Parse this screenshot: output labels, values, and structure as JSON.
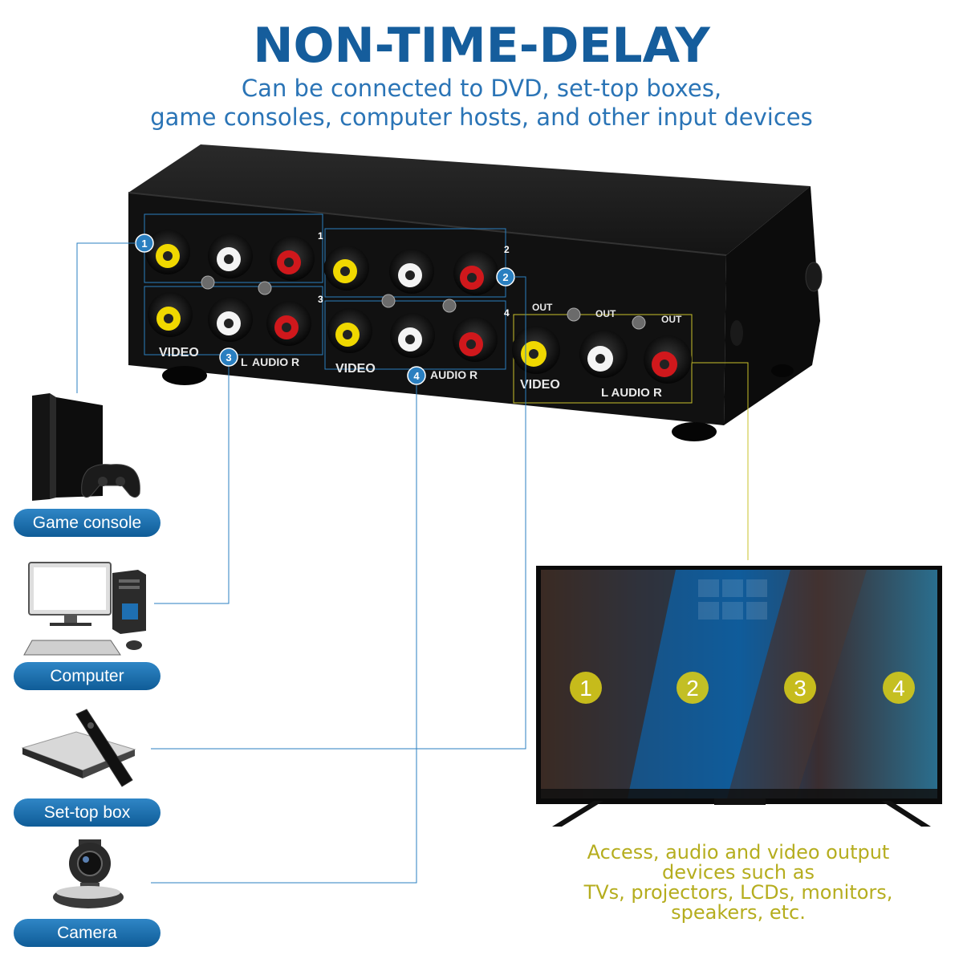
{
  "header": {
    "title": "NON-TIME-DELAY",
    "subtitle_line1": "Can be connected to DVD, set-top boxes,",
    "subtitle_line2": "game consoles, computer hosts, and other input devices"
  },
  "switch_box": {
    "input_numbers": [
      "1",
      "2",
      "3",
      "4"
    ],
    "port_markers": [
      "1",
      "2",
      "3",
      "4"
    ],
    "video_label": "VIDEO",
    "audio_label_left": "L",
    "audio_label": "AUDIO R",
    "out_label": "OUT",
    "output_video_label": "VIDEO",
    "output_audio_label": "L  AUDIO R"
  },
  "devices": [
    {
      "label": "Game console",
      "icon": "game-console-icon"
    },
    {
      "label": "Computer",
      "icon": "computer-icon"
    },
    {
      "label": "Set-top box",
      "icon": "set-top-box-icon"
    },
    {
      "label": "Camera",
      "icon": "camera-icon"
    }
  ],
  "tv": {
    "quadrant_numbers": [
      "1",
      "2",
      "3",
      "4"
    ]
  },
  "output_note": {
    "line1": "Access, audio and video output",
    "line2": "devices such as",
    "line3": "TVs, projectors, LCDs, monitors,",
    "line4": "speakers, etc."
  },
  "colors": {
    "title_blue": "#155d9c",
    "subtitle_blue": "#2a74b6",
    "line_blue": "#2a7fc0",
    "output_yellow": "#c9c12a",
    "rca_yellow": "#f0d800",
    "rca_red": "#d0181c",
    "rca_white": "#f4f4f4"
  }
}
